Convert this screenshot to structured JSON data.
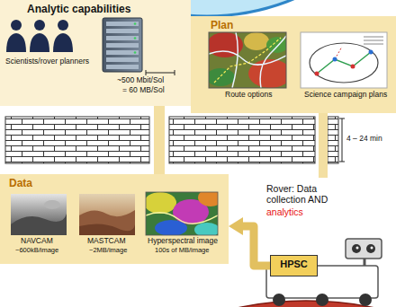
{
  "diagram": {
    "nodes": [
      {
        "text": [
          "Analytic capabilities"
        ]
      },
      {
        "text": [
          "Plan"
        ]
      },
      {
        "text": [
          "Data"
        ]
      },
      {
        "text": [
          "HPSC"
        ]
      }
    ],
    "edges": [
      {
        "from": 0,
        "to": 2,
        "arrow": "none"
      },
      {
        "from": 3,
        "to": 2,
        "arrow": "to"
      }
    ],
    "labels": [
      "Scientists/rover planners",
      "~500 Mbit/Sol",
      "= 60 MB/Sol",
      "Route options",
      "Science campaign plans",
      "4 – 24 min",
      "NAVCAM",
      "~600kB/image",
      "MASTCAM",
      "~2MB/image",
      "Hyperspectral image",
      "100s of MB/image",
      "Rover: Data collection AND",
      "analytics"
    ]
  }
}
